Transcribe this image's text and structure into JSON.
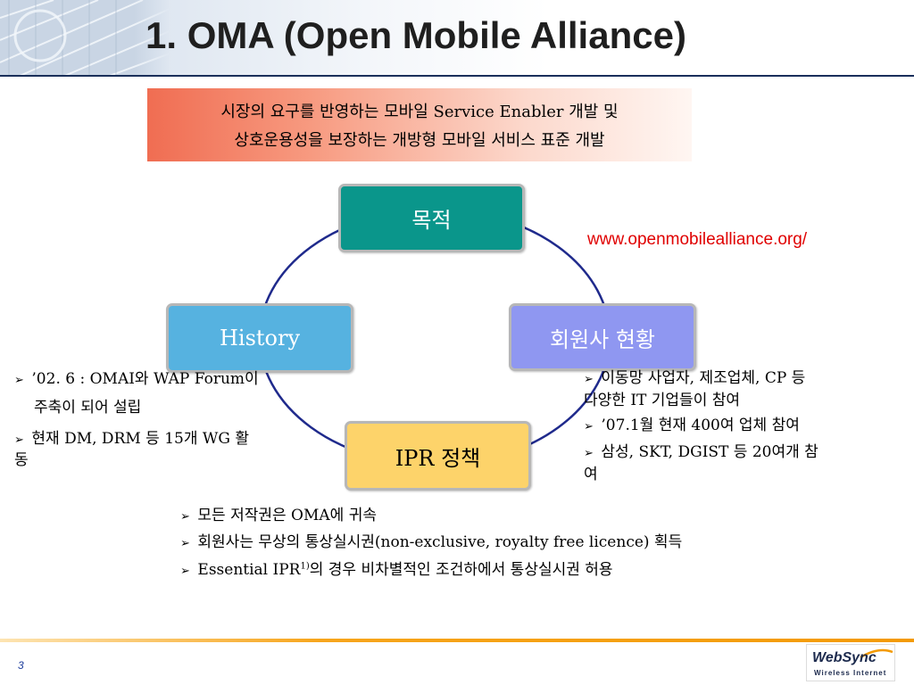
{
  "header": {
    "title": "1. OMA (Open Mobile Alliance)"
  },
  "banner": {
    "line1": "시장의 요구를 반영하는 모바일 Service Enabler 개발 및",
    "line2": "상호운용성을 보장하는 개방형 모바일 서비스 표준 개발"
  },
  "url": "www.openmobilealliance.org/",
  "cycle": {
    "purpose": "목적",
    "history": "History",
    "members": "회원사 현황",
    "ipr": "IPR 정책"
  },
  "history_bullets": {
    "b1_line1": "’02. 6 : OMAI와 WAP Forum이",
    "b1_line2": "주축이 되어 설립",
    "b2_line1": "현재 DM, DRM 등 15개 WG 활",
    "b2_line2": "동"
  },
  "member_bullets": {
    "b1_line1": "이동망 사업자, 제조업체, CP 등",
    "b1_line2": "다양한 IT 기업들이 참여",
    "b2": "’07.1월 현재 400여 업체 참여",
    "b3_line1": "삼성, SKT, DGIST 등 20여개 참",
    "b3_line2": "여"
  },
  "ipr_bullets": {
    "b1": "모든 저작권은 OMA에 귀속",
    "b2": "회원사는 무상의 통상실시권(non-exclusive, royalty free licence) 획득",
    "b3_pre": "Essential IPR",
    "b3_sup": "1)",
    "b3_post": "의 경우 비차별적인 조건하에서 통상실시권 허용"
  },
  "footer": {
    "page_number": "3",
    "logo_name": "WebSync",
    "logo_tagline": "Wireless Internet"
  },
  "colors": {
    "purpose": "#0a968b",
    "history": "#56b2e0",
    "members": "#8f97f1",
    "ipr": "#fdd36a",
    "ring": "#1f2a8c",
    "url": "#e00000",
    "footer_line": "#f39a00"
  }
}
